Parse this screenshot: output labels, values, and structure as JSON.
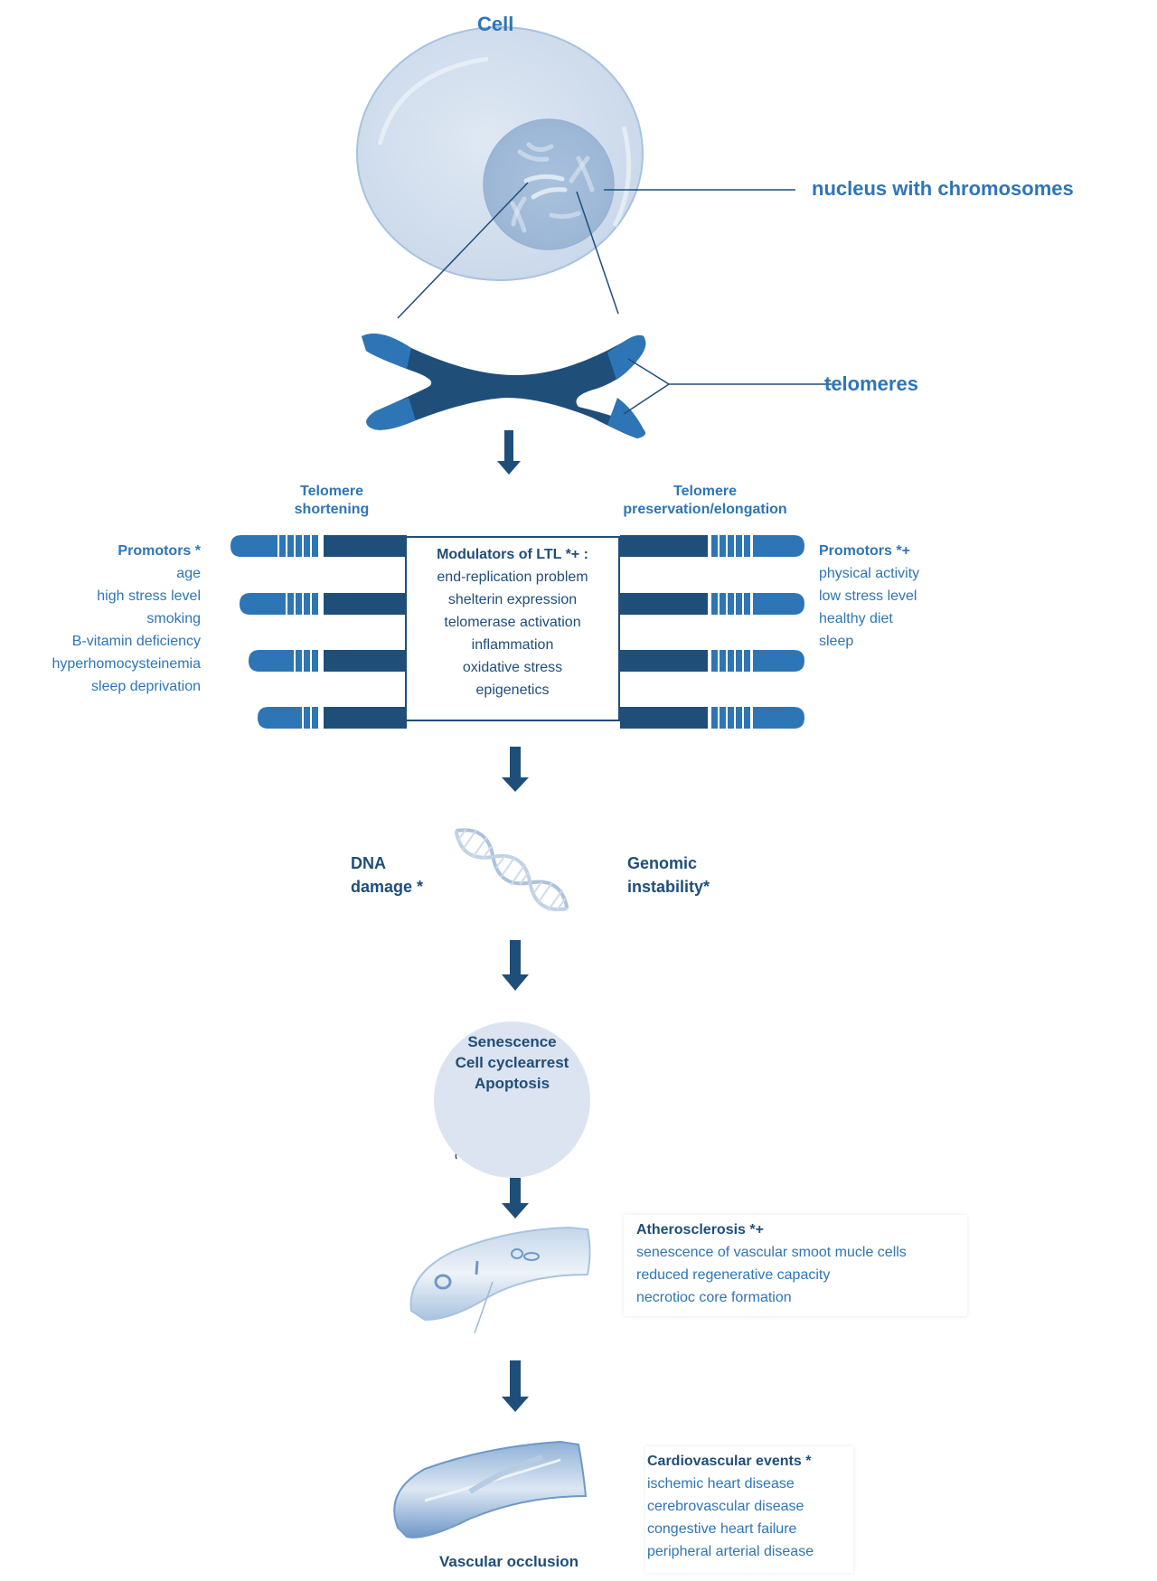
{
  "cell": {
    "title": "Cell",
    "nucleus_label": "nucleus with chromosomes",
    "telomeres_label": "telomeres"
  },
  "telomere_panel": {
    "left_header": [
      "Telomere",
      "shortening"
    ],
    "right_header": [
      "Telomere",
      "preservation/elongation"
    ],
    "left_promotors": {
      "title": "Promotors *",
      "items": [
        "age",
        "high stress level",
        "smoking",
        "B-vitamin deficiency",
        "hyperhomocysteinemia",
        "sleep deprivation"
      ]
    },
    "right_promotors": {
      "title": "Promotors *+",
      "items": [
        "physical activity",
        "low stress level",
        "healthy diet",
        "sleep"
      ]
    },
    "modulators": {
      "title": "Modulators of LTL *+ :",
      "items": [
        "end-replication problem",
        "shelterin expression",
        "telomerase activation",
        "inflammation",
        "oxidative stress",
        "epigenetics"
      ]
    }
  },
  "dna_stage": {
    "left_label": [
      "DNA",
      "damage *"
    ],
    "right_label": [
      "Genomic",
      "instability*"
    ]
  },
  "senescence": {
    "lines": [
      "Senescence",
      "Cell cyclearrest",
      "Apoptosis"
    ]
  },
  "atherosclerosis": {
    "title": "Atherosclerosis *+",
    "items": [
      "senescence of vascular smoot mucle cells",
      "reduced regenerative capacity",
      "necrotioc core formation"
    ]
  },
  "cardiovascular": {
    "image_caption": "Vascular occlusion",
    "title": "Cardiovascular events *",
    "items": [
      "ischemic heart disease",
      "cerebrovascular disease",
      "congestive heart failure",
      "peripheral arterial disease"
    ]
  },
  "colors": {
    "dark_blue": "#1f4e79",
    "mid_blue": "#2e75b6",
    "light_blue": "#dbe4f0"
  }
}
